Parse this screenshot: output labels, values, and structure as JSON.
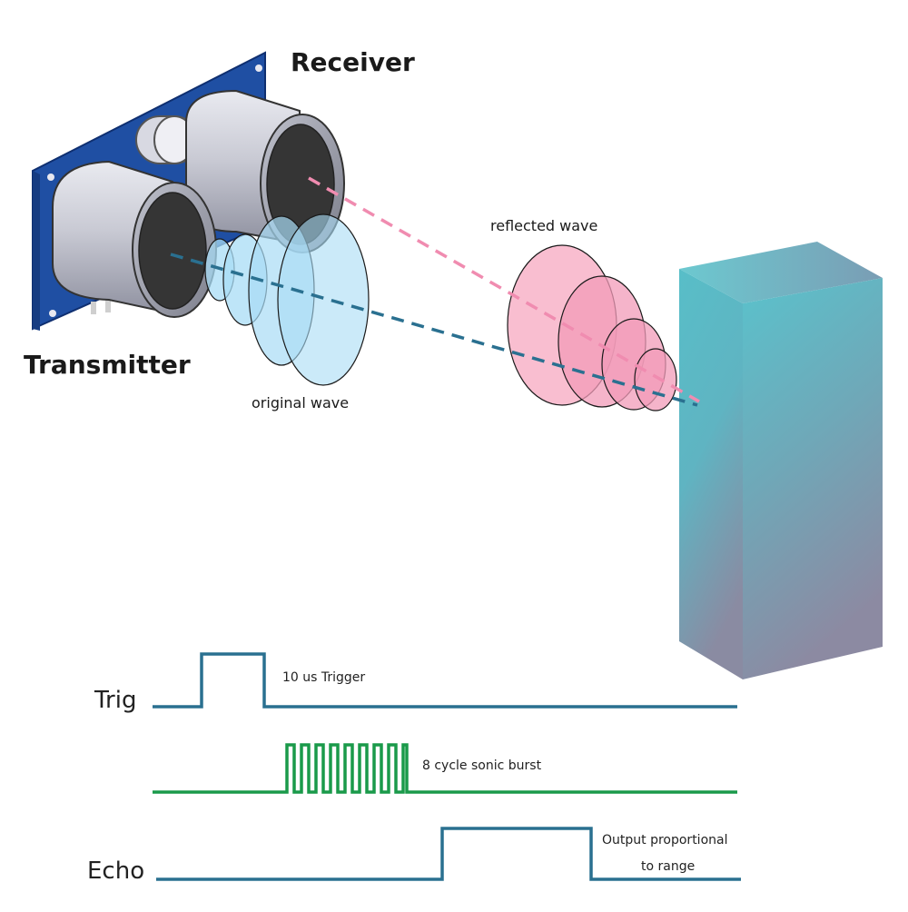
{
  "labels": {
    "receiver": "Receiver",
    "transmitter": "Transmitter",
    "reflected_wave": "reflected wave",
    "original_wave": "original wave"
  },
  "timing": {
    "trig_label": "Trig",
    "trig_note": "10 us Trigger",
    "burst_note": "8 cycle sonic burst",
    "echo_label": "Echo",
    "echo_note_line1": "Output proportional",
    "echo_note_line2": "to range"
  },
  "colors": {
    "board": "#1f4fa3",
    "original_wave": "#a8dcf5",
    "reflected_wave": "#f29bb8",
    "trig_signal": "#2a7090",
    "burst_signal": "#1a9a4a",
    "echo_signal": "#2a7090",
    "obstacle_top": "#5cc0c8",
    "obstacle_bottom": "#8a8aa0"
  }
}
